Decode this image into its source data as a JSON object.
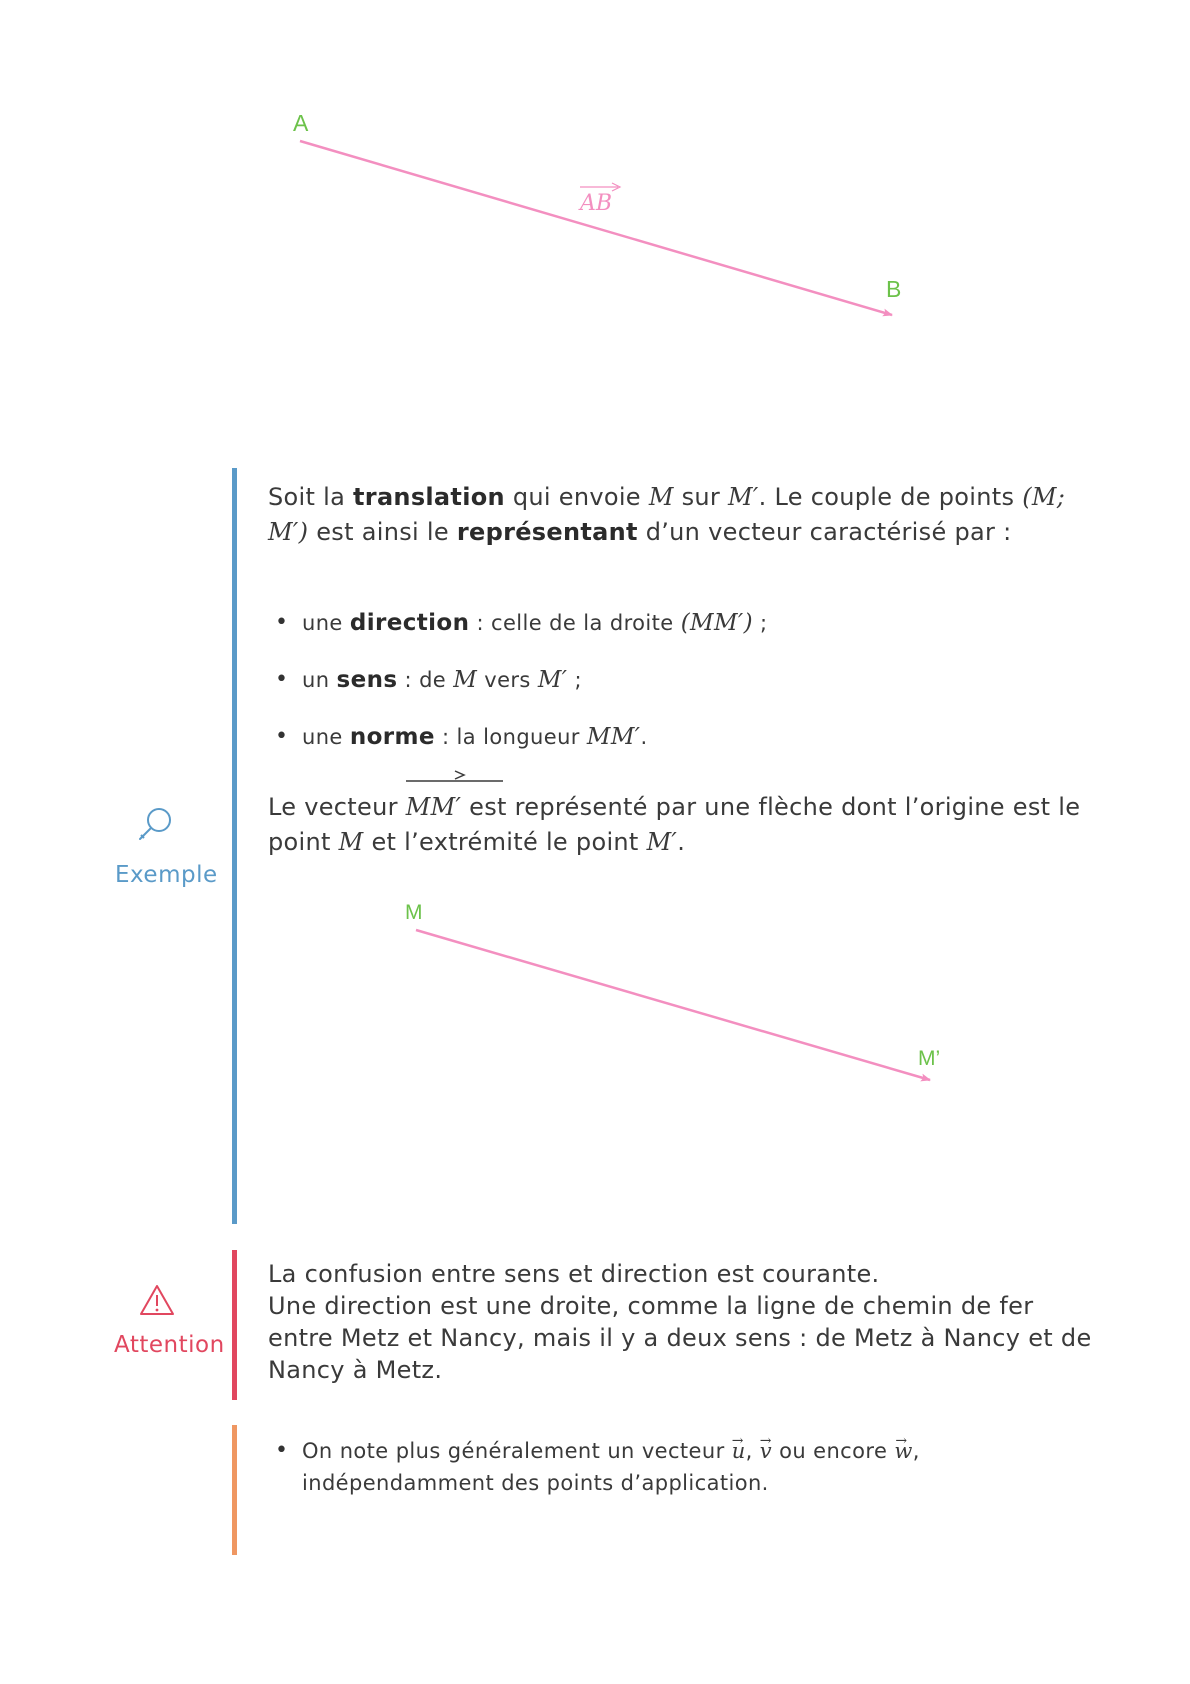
{
  "figure1": {
    "point_a": "A",
    "point_b": "B",
    "vector_label": "AB",
    "line_color": "#f38fc0",
    "label_color": "#6cc24a"
  },
  "exemple": {
    "side_label": "Exemple",
    "side_icon": "magnifier-icon",
    "accent_color": "#5a9ac8",
    "intro": {
      "p1": "Soit la ",
      "b1": "translation",
      "p2": " qui envoie ",
      "m1": "M",
      "p3": " sur ",
      "m2": "M′",
      "p4": ". Le couple de points ",
      "m3": "(M; M′)",
      "p5": " est ainsi le ",
      "b2": "représentant",
      "p6": " d’un vecteur caractérisé par :"
    },
    "bullets": [
      {
        "pre": "une ",
        "bold": "direction",
        "text": " : celle de la droite ",
        "math": "(MM′)",
        "post": " ;"
      },
      {
        "pre": "un ",
        "bold": "sens",
        "text": " : de ",
        "math": "M",
        "text2": " vers ",
        "math2": "M′",
        "post": " ;"
      },
      {
        "pre": "une ",
        "bold": "norme",
        "text": " : la longueur ",
        "math": "MM′",
        "post": "."
      }
    ],
    "conclusion": {
      "p1": "Le vecteur ",
      "vec": "MM′",
      "p2": " est représenté par une flèche dont l’origine est le point ",
      "m1": "M",
      "p3": " et l’extrémité le point ",
      "m2": "M′",
      "p4": "."
    },
    "figure2": {
      "point_m": "M",
      "point_m_prime": "M’"
    }
  },
  "attention": {
    "side_label": "Attention",
    "side_icon": "warning-icon",
    "accent_color": "#e1475f",
    "line1": "La confusion entre sens et direction est courante.",
    "line2": "Une direction est une droite, comme la ligne de chemin de fer entre Metz et Nancy, mais il y a deux sens : de Metz à Nancy et de Nancy à Metz."
  },
  "note": {
    "accent_color": "#ef9762",
    "p1": "On note plus généralement un vecteur ",
    "u": "u",
    "sep1": ", ",
    "v": "v",
    "p2": " ou encore ",
    "w": "w",
    "p3": ", indépendamment des points d’application."
  }
}
